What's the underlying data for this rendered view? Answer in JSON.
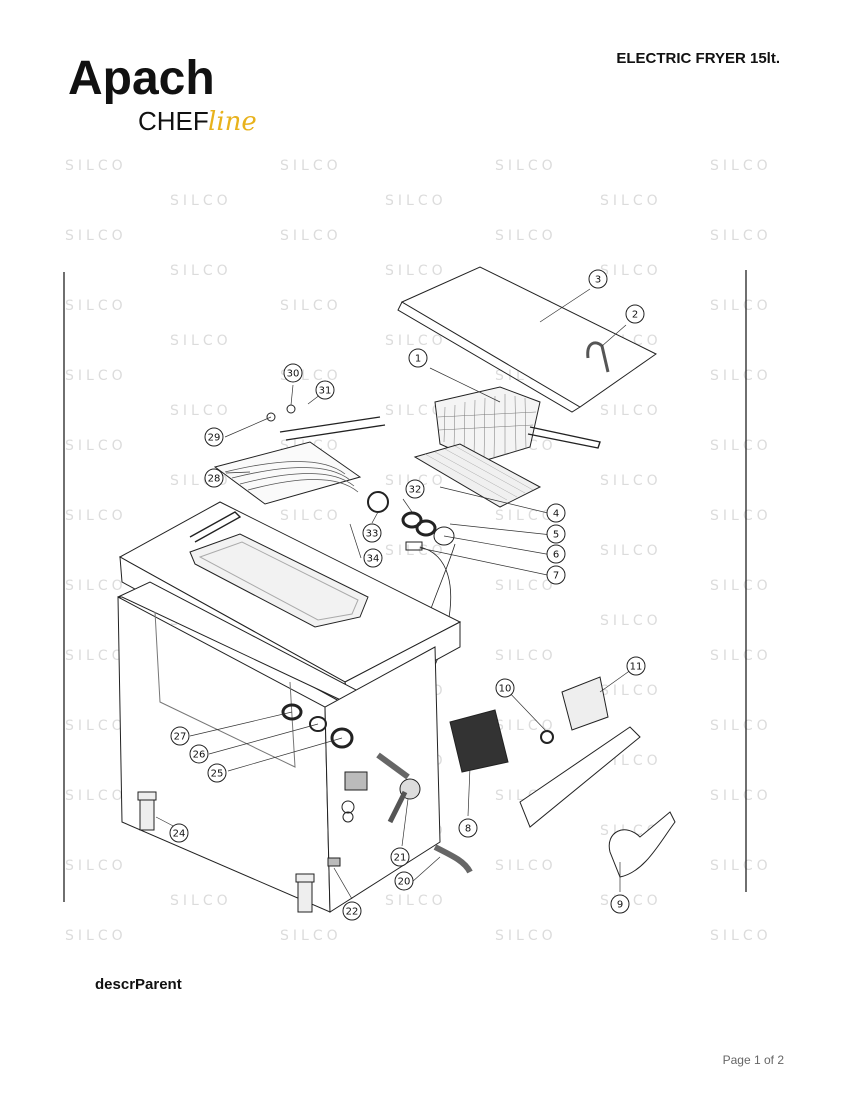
{
  "brand": {
    "name": "Apach",
    "sub_prefix": "CHEF",
    "sub_script": "line",
    "script_color": "#e8b21c"
  },
  "document": {
    "title": "ELECTRIC FRYER 15lt.",
    "section_label": "descrParent",
    "page_indicator": "Page 1 of 2"
  },
  "watermark_text": "SILCO",
  "callouts": [
    "1",
    "2",
    "3",
    "4",
    "5",
    "6",
    "7",
    "8",
    "9",
    "10",
    "11",
    "20",
    "21",
    "22",
    "24",
    "25",
    "26",
    "27",
    "28",
    "29",
    "30",
    "31",
    "32",
    "33",
    "34"
  ]
}
